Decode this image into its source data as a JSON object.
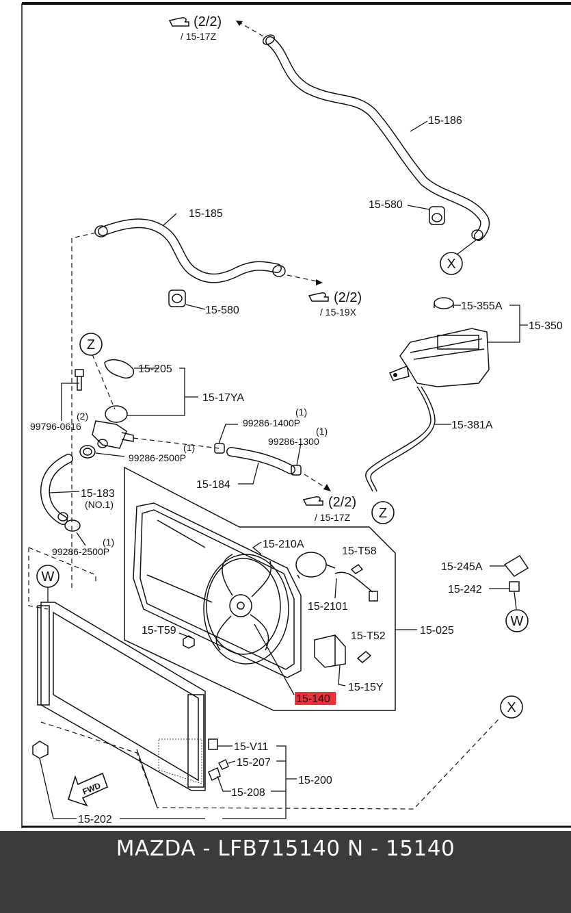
{
  "labels": {
    "ref_22_17z_top": "(2/2)",
    "ref_17z_top": "/ 15-17Z",
    "l_15_186": "15-186",
    "l_15_580_a": "15-580",
    "l_15_185": "15-185",
    "l_15_580_b": "15-580",
    "ref_22_19x": "(2/2)",
    "ref_19x": "/ 15-19X",
    "l_15_355a": "15-355A",
    "l_15_350": "15-350",
    "l_15_205": "15-205",
    "l_15_17ya": "15-17YA",
    "l_99796": "99796-0616",
    "l_2": "(2)",
    "l_1_a": "(1)",
    "l_99286_1400p": "99286-1400P",
    "l_1_b": "(1)",
    "l_99286_1300": "99286-1300",
    "l_1_c": "(1)",
    "l_99286_2500p_a": "99286-2500P",
    "l_15_381a": "15-381A",
    "l_15_184": "15-184",
    "l_15_183": "15-183",
    "l_no1": "(NO.1)",
    "ref_22_17z_mid": "(2/2)",
    "ref_17z_mid": "/ 15-17Z",
    "l_1_d": "(1)",
    "l_99286_2500p_b": "99286-2500P",
    "l_15_210a": "15-210A",
    "l_15_t58": "15-T58",
    "l_15_2101": "15-2101",
    "l_15_245a": "15-245A",
    "l_15_242": "15-242",
    "l_15_t59": "15-T59",
    "l_15_025": "15-025",
    "l_15_t52": "15-T52",
    "l_15_15y": "15-15Y",
    "l_15_140": "15-140",
    "l_15_v11": "15-V11",
    "l_15_207": "15-207",
    "l_15_200": "15-200",
    "l_15_208": "15-208",
    "l_15_202": "15-202",
    "fwd": "FWD"
  },
  "rings": {
    "x_top": "X",
    "z_left": "Z",
    "z_right": "Z",
    "w_right": "W",
    "w_left": "W",
    "x_bottom": "X"
  },
  "highlight_color": "#e8323a",
  "footer": {
    "caption": "MAZDA - LFB715140   N - 15140"
  }
}
